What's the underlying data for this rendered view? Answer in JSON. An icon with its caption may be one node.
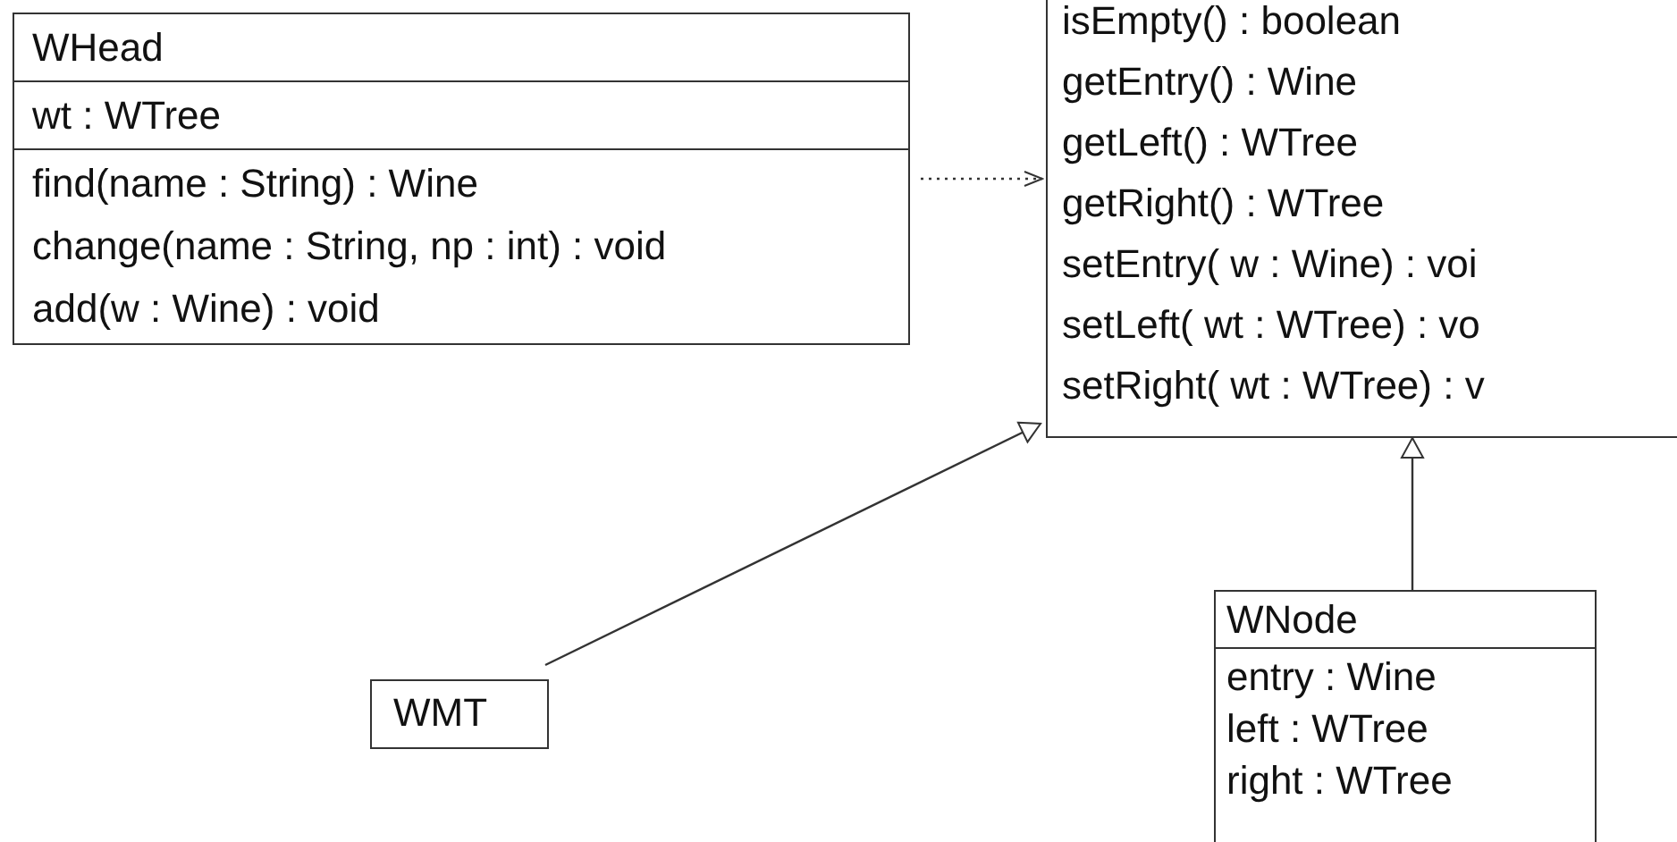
{
  "diagram": {
    "nodes": [
      {
        "text": [
          "WHead",
          "wt : WTree",
          "find(name : String) : Wine",
          "change(name : String, np : int) : void",
          "add(w : Wine) : void"
        ]
      },
      {
        "text": [
          "isEmpty() : boolean",
          "getEntry() : Wine",
          "getLeft() : WTree",
          "getRight() : WTree",
          "setEntry( w : Wine) : voi",
          "setLeft( wt : WTree) : vo",
          "setRight( wt : WTree) : v"
        ]
      },
      {
        "text": [
          "WMT"
        ]
      },
      {
        "text": [
          "WNode",
          "entry : Wine",
          "left : WTree",
          "right : WTree"
        ]
      }
    ],
    "edges": [
      {
        "from": 0,
        "to": 1,
        "arrow": "to",
        "style": "dashed"
      },
      {
        "from": 2,
        "to": 1,
        "arrow": "to"
      },
      {
        "from": 3,
        "to": 1,
        "arrow": "to"
      }
    ]
  }
}
